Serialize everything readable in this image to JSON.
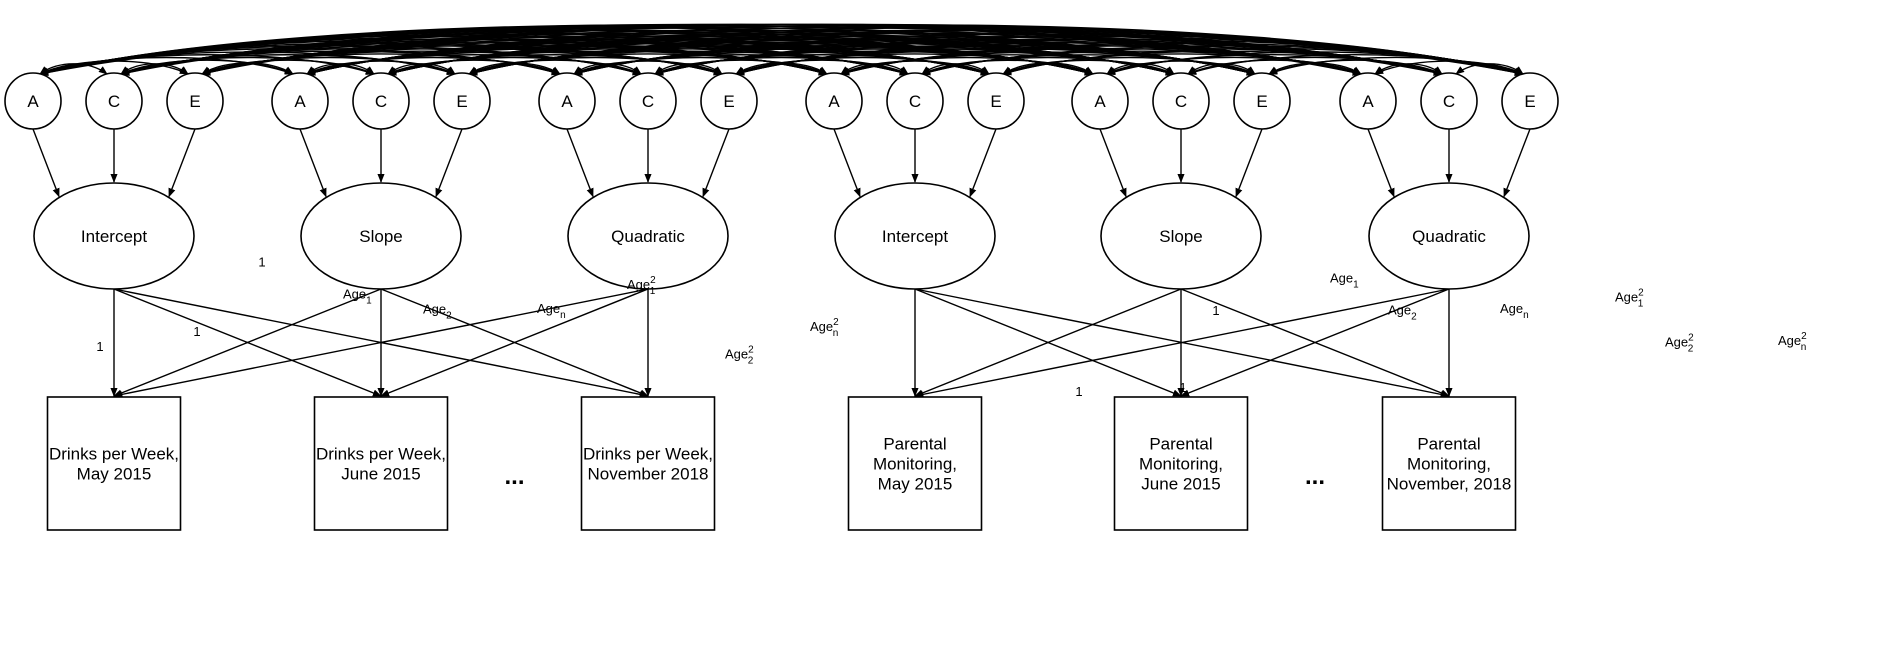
{
  "ace_labels": [
    "A",
    "C",
    "E"
  ],
  "ellipsis": "...",
  "models": [
    {
      "factors": [
        "Intercept",
        "Slope",
        "Quadratic"
      ],
      "observed": [
        [
          "Drinks per Week,",
          "May 2015"
        ],
        [
          "Drinks per Week,",
          "June 2015"
        ],
        [
          "Drinks per Week,",
          "November 2018"
        ]
      ],
      "edge_labels": {
        "intercept_direct": "1",
        "intercept_cross_1": "1",
        "intercept_cross_2": "1",
        "slope_1": {
          "base": "Age",
          "sub": "1"
        },
        "slope_2": {
          "base": "Age",
          "sub": "2"
        },
        "slope_n": {
          "base": "Age",
          "sub": "n"
        },
        "quad_1": {
          "base": "Age",
          "sup": "2",
          "sub": "1"
        },
        "quad_2": {
          "base": "Age",
          "sup": "2",
          "sub": "2"
        },
        "quad_n": {
          "base": "Age",
          "sup": "2",
          "sub": "n"
        }
      }
    },
    {
      "factors": [
        "Intercept",
        "Slope",
        "Quadratic"
      ],
      "observed": [
        [
          "Parental",
          "Monitoring,",
          "May 2015"
        ],
        [
          "Parental",
          "Monitoring,",
          "June 2015"
        ],
        [
          "Parental",
          "Monitoring,",
          "November, 2018"
        ]
      ],
      "edge_labels": {
        "intercept_direct": "1",
        "intercept_cross_1": "1",
        "intercept_cross_2": "1",
        "slope_1": {
          "base": "Age",
          "sub": "1"
        },
        "slope_2": {
          "base": "Age",
          "sub": "2"
        },
        "slope_n": {
          "base": "Age",
          "sub": "n"
        },
        "quad_1": {
          "base": "Age",
          "sup": "2",
          "sub": "1"
        },
        "quad_2": {
          "base": "Age",
          "sup": "2",
          "sub": "2"
        },
        "quad_n": {
          "base": "Age",
          "sup": "2",
          "sub": "n"
        }
      }
    }
  ]
}
